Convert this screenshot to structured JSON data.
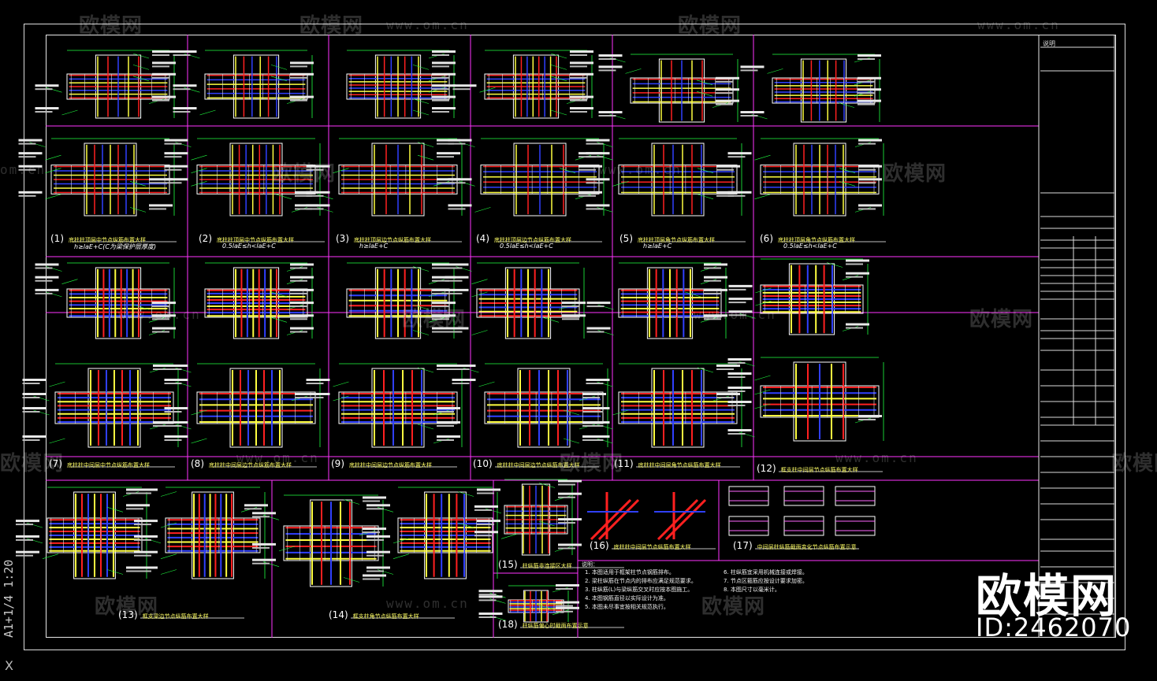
{
  "sheet": {
    "scale": "A1+1/4  1:20",
    "corner_mark": "X",
    "title_block_label": "说明",
    "logo_text": "欧模网",
    "logo_id": "ID:2462070"
  },
  "watermarks": {
    "brand": "欧模网",
    "site": "www.om.cn",
    "site_short": "om.cn"
  },
  "details": [
    {
      "num": "1",
      "title": "底柱柱顶层中节点纵筋布置大样",
      "sub": "h≥laE+C(C为梁保护层厚度)"
    },
    {
      "num": "2",
      "title": "底柱柱顶层中节点纵筋布置大样",
      "sub": "0.5laE≤h<laE+C"
    },
    {
      "num": "3",
      "title": "底柱柱顶层边节点纵筋布置大样",
      "sub": "h≥laE+C"
    },
    {
      "num": "4",
      "title": "底柱柱顶层边节点纵筋布置大样",
      "sub": "0.5laE≤h<laE+C"
    },
    {
      "num": "5",
      "title": "底柱柱顶层角节点纵筋布置大样",
      "sub": "h≥laE+C"
    },
    {
      "num": "6",
      "title": "底柱柱顶层角节点纵筋布置大样",
      "sub": "0.5laE≤h<laE+C"
    },
    {
      "num": "7",
      "title": "底柱柱中间层中节点纵筋布置大样",
      "sub": ""
    },
    {
      "num": "8",
      "title": "底柱柱中间层边节点纵筋布置大样",
      "sub": ""
    },
    {
      "num": "9",
      "title": "底柱柱中间层边节点纵筋布置大样",
      "sub": ""
    },
    {
      "num": "10",
      "title": "底柱柱中间层边节点纵筋布置大样",
      "sub": ""
    },
    {
      "num": "11",
      "title": "底柱柱中间层角节点纵筋布置大样",
      "sub": ""
    },
    {
      "num": "12",
      "title": "框支柱中间层节点纵筋布置大样",
      "sub": ""
    },
    {
      "num": "13",
      "title": "框支梁边节点纵筋布置大样",
      "sub": ""
    },
    {
      "num": "14",
      "title": "框支柱角节点纵筋布置大样",
      "sub": ""
    },
    {
      "num": "15",
      "title": "柱纵筋非连接区大样",
      "sub": ""
    },
    {
      "num": "16",
      "title": "底柱柱中间层节点纵筋布置大样",
      "sub": ""
    },
    {
      "num": "17",
      "title": "中间层柱纵筋截面变化节点纵筋布置示意",
      "sub": ""
    },
    {
      "num": "18",
      "title": "柱纵筋偏心时截面布置示意",
      "sub": ""
    }
  ],
  "notes": {
    "header": "说明：",
    "items": [
      "1. 本图适用于框架柱节点钢筋排布。",
      "2. 梁柱纵筋在节点内的排布应满足规范要求。",
      "3. 柱纵筋(L)与梁纵筋交叉时应按本图施工。",
      "4. 本图钢筋直径以实际设计为准。",
      "5. 本图未尽事宜按相关规范执行。",
      "6. 柱纵筋宜采用机械连接或焊接。",
      "7. 节点区箍筋应按设计要求加密。",
      "8. 本图尺寸以毫米计。"
    ]
  },
  "colors": {
    "frame": "#dcdcdc",
    "grid": "#ff33ff",
    "rebar_red": "#ff2020",
    "rebar_blue": "#3040ff",
    "rebar_yellow": "#ffff40",
    "dim_green": "#20ff40",
    "outline": "#ffffff"
  }
}
